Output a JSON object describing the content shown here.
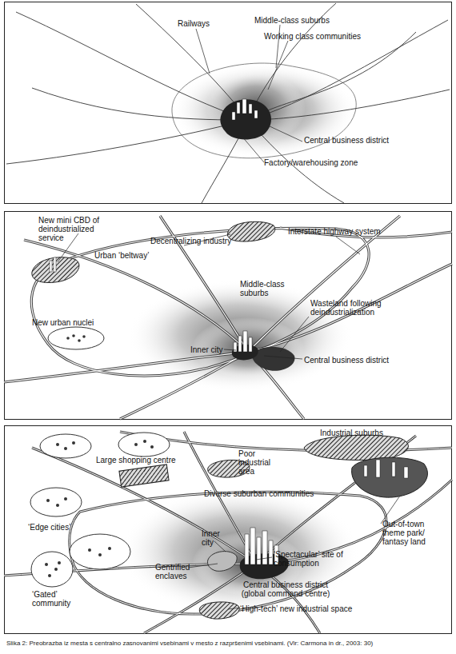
{
  "diagram": {
    "caption": "Slika 2: Preobrazba iz mesta s centralno zasnovanimi vsebinami v mesto z razpršenimi vsebinami. (Vir: Carmona in dr., 2003: 30)",
    "labels": [
      "Railways",
      "Middle-class suburbs",
      "Working class communities",
      "Central business district",
      "Factory/warehousing zone",
      "New mini CBD of deindustrialized service",
      "Decentralizing industry",
      "Interstate highway system",
      "Urban ‘beltway’",
      "Middle-class suburbs",
      "New urban nuclei",
      "Inner city",
      "Wasteland following deindustrialization",
      "Central business district",
      "Large shopping centre",
      "Poor industrial area",
      "Industrial suburbs",
      "Diverse suburban communities",
      "Out-of-town theme park/ fantasy land",
      "‘Edge cities’",
      "Inner city",
      "‘Spectacular’ site of consumption",
      "Gentrified enclaves",
      "Central business district (global command centre)",
      "‘Gated’ community",
      "‘High-tech’ new industrial space"
    ]
  }
}
